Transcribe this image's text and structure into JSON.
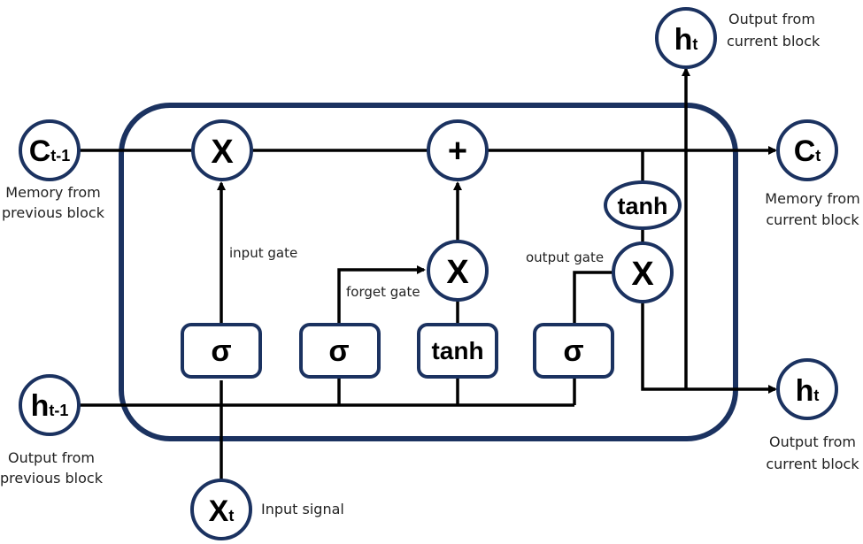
{
  "diagram": {
    "title": "LSTM cell",
    "inputs": {
      "c_prev": {
        "main": "C",
        "sub": "t-1",
        "caption_line1": "Memory from",
        "caption_line2": "previous block"
      },
      "h_prev": {
        "main": "h",
        "sub": "t-1",
        "caption_line1": "Output from",
        "caption_line2": "previous block"
      },
      "x_t": {
        "main": "X",
        "sub": "t",
        "caption": "Input signal"
      }
    },
    "outputs": {
      "h_top": {
        "main": "h",
        "sub": "t",
        "caption_line1": "Output from",
        "caption_line2": "current block"
      },
      "c_t": {
        "main": "C",
        "sub": "t",
        "caption_line1": "Memory  from",
        "caption_line2": "current block"
      },
      "h_right": {
        "main": "h",
        "sub": "t",
        "caption_line1": "Output from",
        "caption_line2": "current block"
      }
    },
    "operators": {
      "mult_forget": "X",
      "add": "+",
      "mult_input": "X",
      "mult_output": "X",
      "tanh_cell": "tanh"
    },
    "gates": {
      "sigma1": "σ",
      "sigma2": "σ",
      "tanh": "tanh",
      "sigma3": "σ"
    },
    "gate_labels": {
      "input_gate": "input gate",
      "forget_gate": "forget gate",
      "output_gate": "output gate"
    },
    "colors": {
      "node_stroke": "#1b3260",
      "wire": "#000000"
    }
  }
}
